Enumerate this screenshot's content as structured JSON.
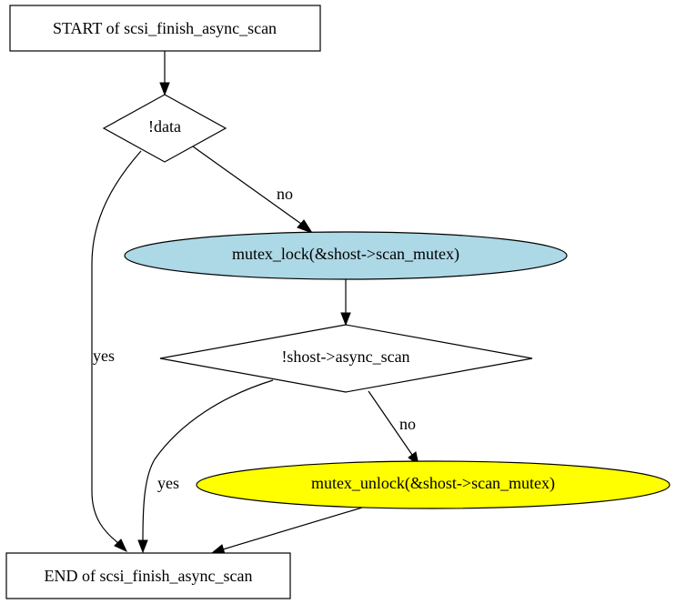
{
  "nodes": {
    "start": {
      "label": "START of scsi_finish_async_scan",
      "fill": "#ffffff"
    },
    "cond_data": {
      "label": "!data",
      "fill": "#ffffff"
    },
    "lock": {
      "label": "mutex_lock(&shost->scan_mutex)",
      "fill": "#add8e6"
    },
    "cond_async": {
      "label": "!shost->async_scan",
      "fill": "#ffffff"
    },
    "unlock": {
      "label": "mutex_unlock(&shost->scan_mutex)",
      "fill": "#ffff00"
    },
    "end": {
      "label": "END of scsi_finish_async_scan",
      "fill": "#ffffff"
    }
  },
  "edges": {
    "data_no": {
      "label": "no"
    },
    "data_yes": {
      "label": "yes"
    },
    "async_no": {
      "label": "no"
    },
    "async_yes": {
      "label": "yes"
    }
  }
}
